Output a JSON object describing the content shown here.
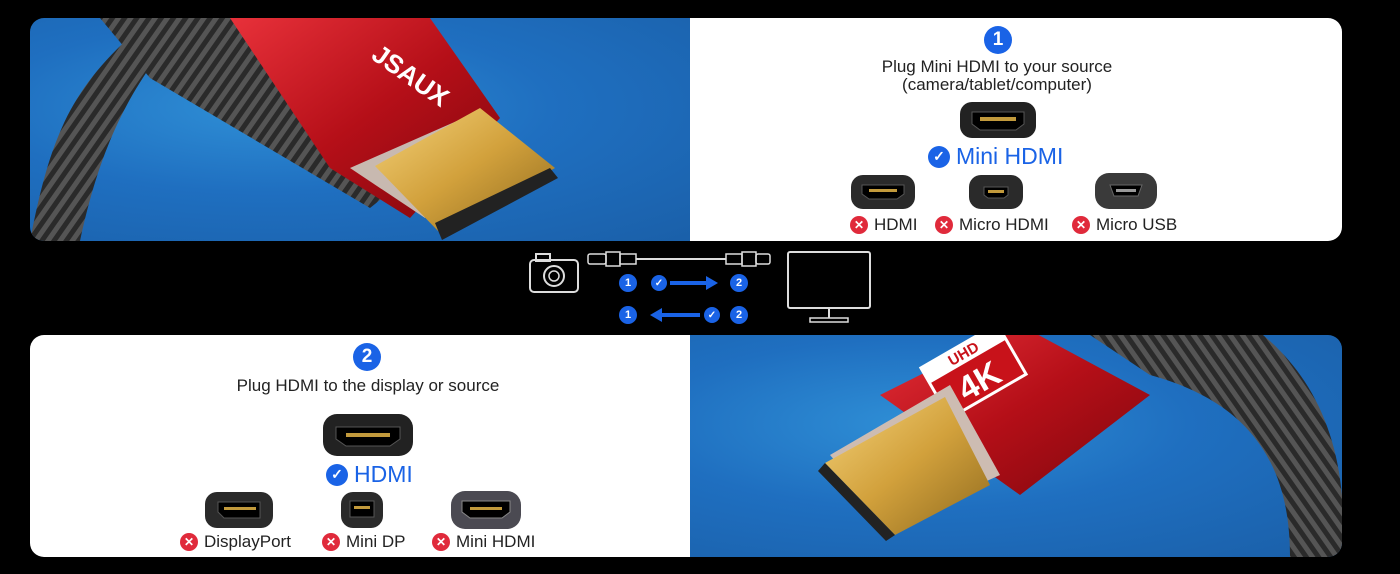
{
  "brand_logo": "JSAUX",
  "step1": {
    "badge": "1",
    "line1": "Plug Mini HDMI to your source",
    "line2": "(camera/tablet/computer)",
    "ok_port": "Mini HDMI",
    "bad_ports": [
      "HDMI",
      "Micro HDMI",
      "Micro USB"
    ]
  },
  "step2": {
    "badge": "2",
    "line1": "Plug HDMI to the display or source",
    "ok_port": "HDMI",
    "bad_ports": [
      "DisplayPort",
      "Mini DP",
      "Mini HDMI"
    ]
  },
  "direction": {
    "row1": {
      "from": "1",
      "to": "2"
    },
    "row2": {
      "from": "1",
      "to": "2"
    }
  },
  "uhd_badge": {
    "top": "UHD",
    "big": "4K"
  },
  "icons": {
    "ok": "check-icon",
    "bad": "x-icon",
    "source": "camera-icon",
    "display": "monitor-icon"
  },
  "colors": {
    "accent": "#1a63e6",
    "error": "#e02a3b",
    "cable_red": "#c8121a",
    "gold": "#d9a640"
  }
}
